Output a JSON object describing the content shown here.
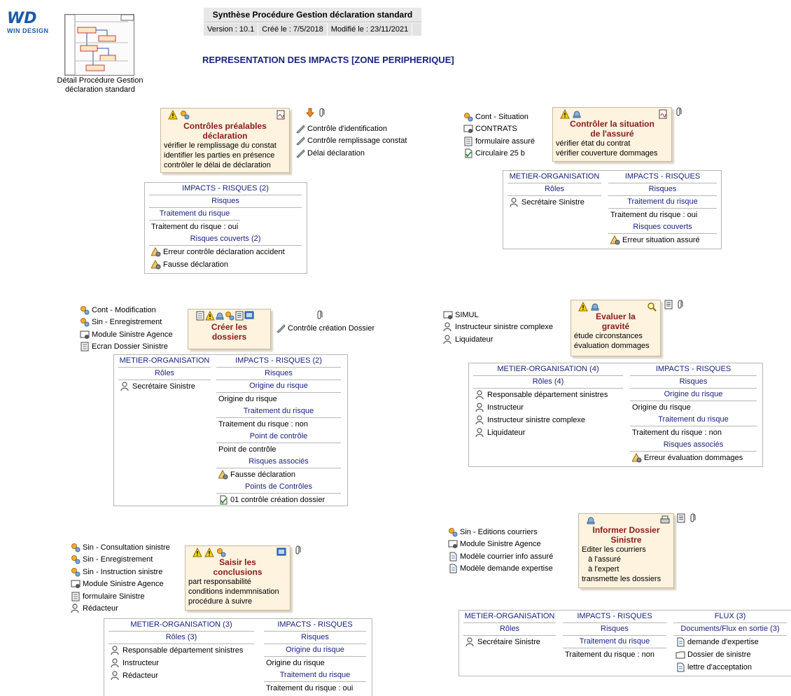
{
  "logo": {
    "text": "WD",
    "brand": "WIN DESIGN"
  },
  "thumbnail": {
    "label_line1": "Détail Procédure Gestion",
    "label_line2": "déclaration standard"
  },
  "header": {
    "title": "Synthèse Procédure Gestion déclaration standard",
    "version": "Version : 10.1",
    "created": "Créé le : 7/5/2018",
    "modified": "Modifié le : 23/11/2021"
  },
  "main_title": "REPRESENTATION DES IMPACTS  [ZONE PERIPHERIQUE]",
  "p1": {
    "title1": "Contrôles préalables",
    "title2": "déclaration",
    "desc": [
      "vérifier le remplissage du constat",
      "identifier les parties en présence",
      "contrôler le délai de déclaration"
    ],
    "controls": [
      "Contrôle d'identification",
      "Contrôle remplissage constat",
      "Délai déclaration"
    ],
    "table": {
      "h": "IMPACTS - RISQUES (2)",
      "s1": "Risques",
      "s2": "Traitement du risque",
      "r1": "Traitement du risque : oui",
      "s3": "Risques couverts (2)",
      "items": [
        "Erreur contrôle déclaration accident",
        "Fausse déclaration"
      ]
    }
  },
  "p2": {
    "title1": "Contrôler la situation",
    "title2": "de l'assuré",
    "desc": [
      "vérifier état du contrat",
      "vérifier couverture dommages"
    ],
    "inputs": [
      "Cont - Situation",
      "CONTRATS",
      "formulaire assuré",
      "Circulaire 25 b"
    ],
    "table": {
      "h1": "METIER-ORGANISATION",
      "s1": "Rôles",
      "i1": "Secrétaire Sinistre",
      "h2": "IMPACTS - RISQUES",
      "s2": "Risques",
      "s3": "Traitement du risque",
      "r1": "Traitement du risque : oui",
      "s4": "Risques couverts",
      "i2": "Erreur situation assuré"
    }
  },
  "p3": {
    "title1": "Créer les",
    "title2": "dossiers",
    "inputs": [
      "Cont - Modification",
      "Sin - Enregistrement",
      "Module Sinistre Agence",
      "Ecran Dossier Sinistre"
    ],
    "controls": [
      "Contrôle création Dossier"
    ],
    "table": {
      "h1": "METIER-ORGANISATION",
      "s1": "Rôles",
      "i1": "Secrétaire Sinistre",
      "h2": "IMPACTS - RISQUES (2)",
      "s2": "Risques",
      "s3": "Origine du risque",
      "r1": "Origine du risque",
      "s4": "Traitement du risque",
      "r2": "Traitement du risque : non",
      "s5": "Point de contrôle",
      "r3": "Point de contrôle",
      "s6": "Risques associés",
      "i2": "Fausse déclaration",
      "s7": "Points de Contrôles",
      "i3": "01 contrôle création dossier"
    }
  },
  "p4": {
    "title1": "Evaluer la",
    "title2": "gravité",
    "desc": [
      "étude circonstances",
      "évaluation dommages"
    ],
    "inputs": [
      "SIMUL",
      "Instructeur sinistre complexe",
      "Liquidateur"
    ],
    "table": {
      "h1": "METIER-ORGANISATION (4)",
      "s1": "Rôles (4)",
      "items": [
        "Responsable département sinistres",
        "Instructeur",
        "Instructeur sinistre complexe",
        "Liquidateur"
      ],
      "h2": "IMPACTS - RISQUES",
      "s2": "Risques",
      "s3": "Origine du risque",
      "r1": "Origine du risque",
      "s4": "Traitement du risque",
      "r2": "Traitement du risque : non",
      "s5": "Risques associés",
      "i2": "Erreur évaluation dommages"
    }
  },
  "p5": {
    "title1": "Saisir les",
    "title2": "conclusions",
    "desc": [
      "part responsabilité",
      "conditions indemmnisation",
      "procédure à suivre"
    ],
    "inputs": [
      "Sin - Consultation sinistre",
      "Sin - Enregistrement",
      "Sin - Instruction sinistre",
      "Module Sinistre Agence",
      "formulaire Sinistre",
      "Rédacteur"
    ],
    "table": {
      "h1": "METIER-ORGANISATION (3)",
      "s1": "Rôles (3)",
      "items": [
        "Responsable département sinistres",
        "Instructeur",
        "Rédacteur"
      ],
      "h2": "IMPACTS - RISQUES",
      "s2": "Risques",
      "s3": "Origine du risque",
      "r1": "Origine du risque",
      "s4": "Traitement du risque",
      "r2": "Traitement du risque : oui"
    }
  },
  "p6": {
    "title1": "Informer Dossier",
    "title2": "Sinistre",
    "desc": [
      "Editer les courriers",
      "   à l'assuré",
      "   à l'expert",
      "transmette les dossiers"
    ],
    "inputs": [
      "Sin - Editions courriers",
      "Module Sinistre Agence",
      "Modèle courrier info assuré",
      "Modèle demande expertise"
    ],
    "table": {
      "h1": "METIER-ORGANISATION",
      "s1": "Rôles",
      "i1": "Secrétaire Sinistre",
      "h2": "IMPACTS - RISQUES",
      "s2": "Risques",
      "s3": "Traitement du risque",
      "r1": "Traitement du risque : non",
      "h3": "FLUX (3)",
      "s4": "Documents/Flux en sortie (3)",
      "items": [
        "demande d'expertise",
        "Dossier de sinistre",
        "lettre d'acceptation"
      ]
    }
  }
}
